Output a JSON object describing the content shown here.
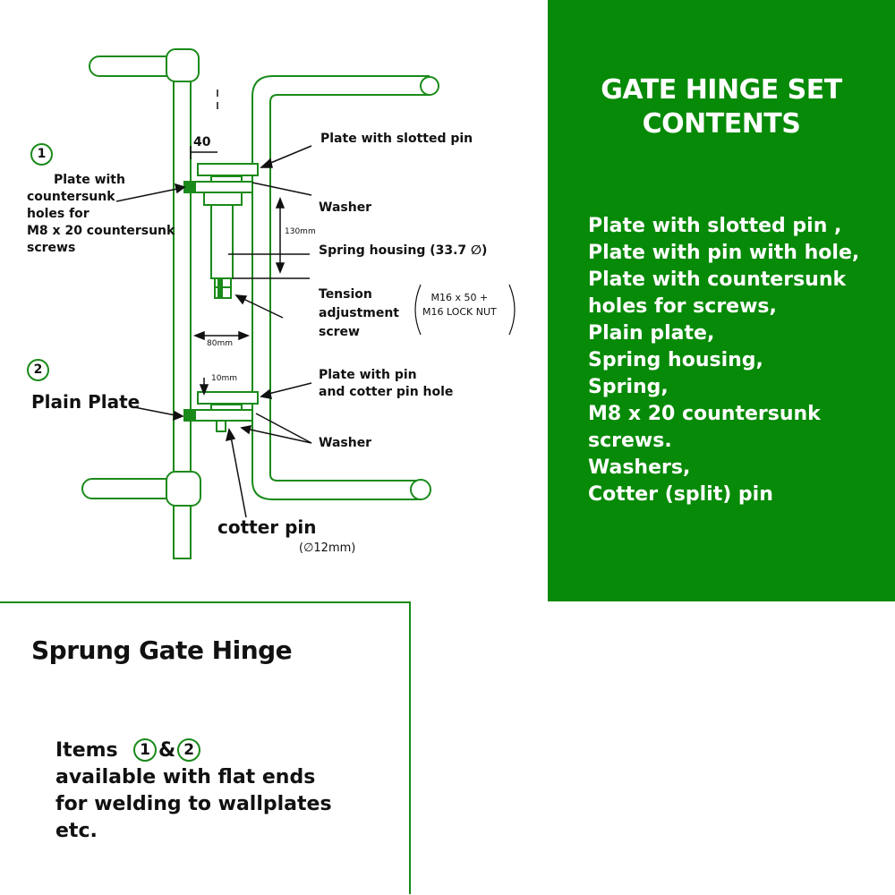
{
  "colors": {
    "brand_green": "#078a07",
    "line_green": "#1a8a1a",
    "text_dark": "#111111",
    "white": "#ffffff"
  },
  "diagram": {
    "dimensions": {
      "top_offset": "40",
      "spring_length": "130mm",
      "gap": "80mm",
      "plate_gap": "10mm"
    },
    "labels": {
      "item1_number": "1",
      "item1_text": [
        "Plate with",
        "countersunk",
        "holes for",
        "M8 x 20 countersunk",
        "screws"
      ],
      "item2_number": "2",
      "item2_text": "Plain Plate",
      "slotted_pin": "Plate with slotted pin",
      "washer_top": "Washer",
      "spring_housing": "Spring housing (33.7 ∅)",
      "tension": [
        "Tension",
        "adjustment",
        "screw"
      ],
      "tension_spec": [
        "M16 x 50 +",
        "M16 LOCK NUT"
      ],
      "pin_cotter": [
        "Plate with pin",
        "and cotter pin hole"
      ],
      "washer_bottom": "Washer",
      "cotter_pin": "cotter pin",
      "cotter_pin_size": "(∅12mm)"
    }
  },
  "panel": {
    "title_line1": "GATE HINGE SET",
    "title_line2": "CONTENTS",
    "items": [
      "Plate with slotted pin ,",
      "Plate with pin with hole,",
      "Plate with  countersunk",
      "holes for screws,",
      "Plain plate,",
      "Spring housing,",
      "Spring,",
      "M8 x 20 countersunk",
      "screws.",
      "Washers,",
      "Cotter (split) pin"
    ]
  },
  "info": {
    "title": "Sprung Gate Hinge",
    "items_prefix": "Items",
    "item_num_1": "1",
    "amp": "&",
    "item_num_2": "2",
    "line2": "available with flat ends",
    "line3": "for welding to wallplates",
    "line4": "etc."
  }
}
